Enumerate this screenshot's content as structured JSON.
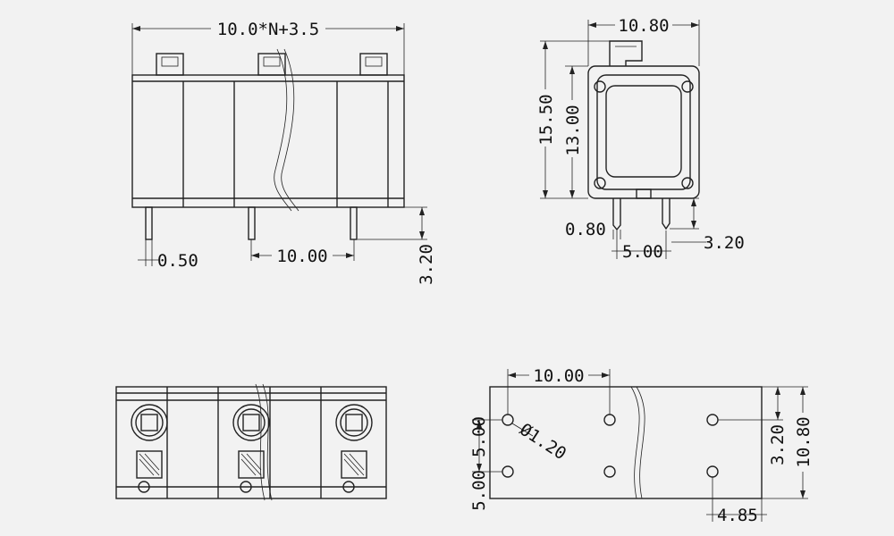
{
  "colors": {
    "background": "#f2f2f2",
    "line": "#222222"
  },
  "front_view": {
    "overall_width": "10.0*N+3.5",
    "pin_width": "0.50",
    "pitch": "10.00",
    "pin_length": "3.20"
  },
  "side_view": {
    "top_width": "10.80",
    "total_height": "15.50",
    "body_height": "13.00",
    "pin_thickness": "0.80",
    "pin_spacing": "5.00",
    "pin_length": "3.20"
  },
  "pcb_layout": {
    "pitch": "10.00",
    "hole_diameter": "Ø1.20",
    "row_spacing": "5.00",
    "row_offset": "3.20",
    "depth": "10.80",
    "edge_offset": "4.85"
  }
}
